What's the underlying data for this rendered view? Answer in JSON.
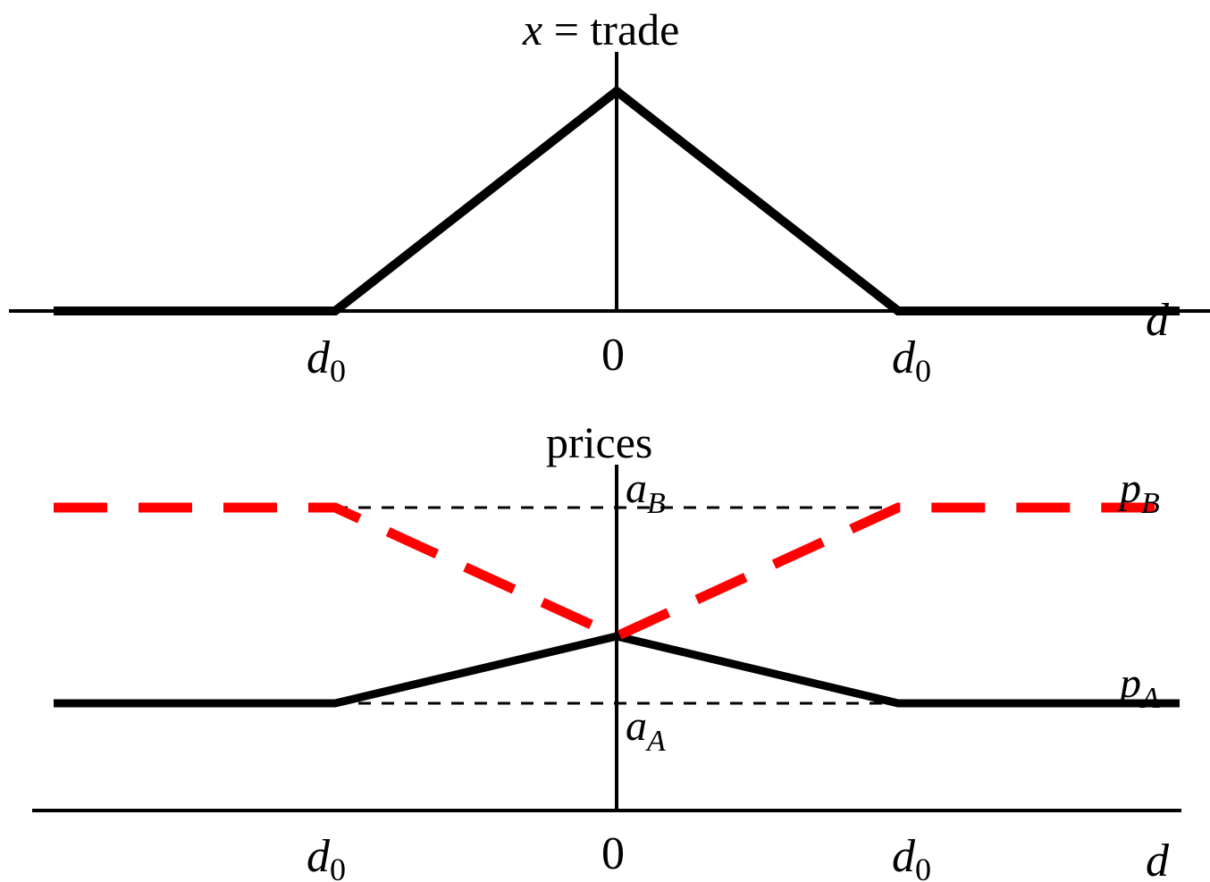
{
  "top_panel": {
    "title_var": "x",
    "title_rest": " = trade",
    "x_axis_var": "d",
    "tick_left": "d",
    "tick_left_sub": "0",
    "tick_center": "0",
    "tick_right": "d",
    "tick_right_sub": "0"
  },
  "bottom_panel": {
    "title": "prices",
    "aB_main": "a",
    "aB_sub": "B",
    "aA_main": "a",
    "aA_sub": "A",
    "pB_main": "p",
    "pB_sub": "B",
    "pA_main": "p",
    "pA_sub": "A",
    "x_axis_var": "d",
    "tick_left": "d",
    "tick_left_sub": "0",
    "tick_center": "0",
    "tick_right": "d",
    "tick_right_sub": "0"
  },
  "colors": {
    "axis": "#000000",
    "trade_curve": "#000000",
    "price_A_curve": "#000000",
    "price_B_curve": "#ff0000",
    "reference_dash": "#000000"
  }
}
